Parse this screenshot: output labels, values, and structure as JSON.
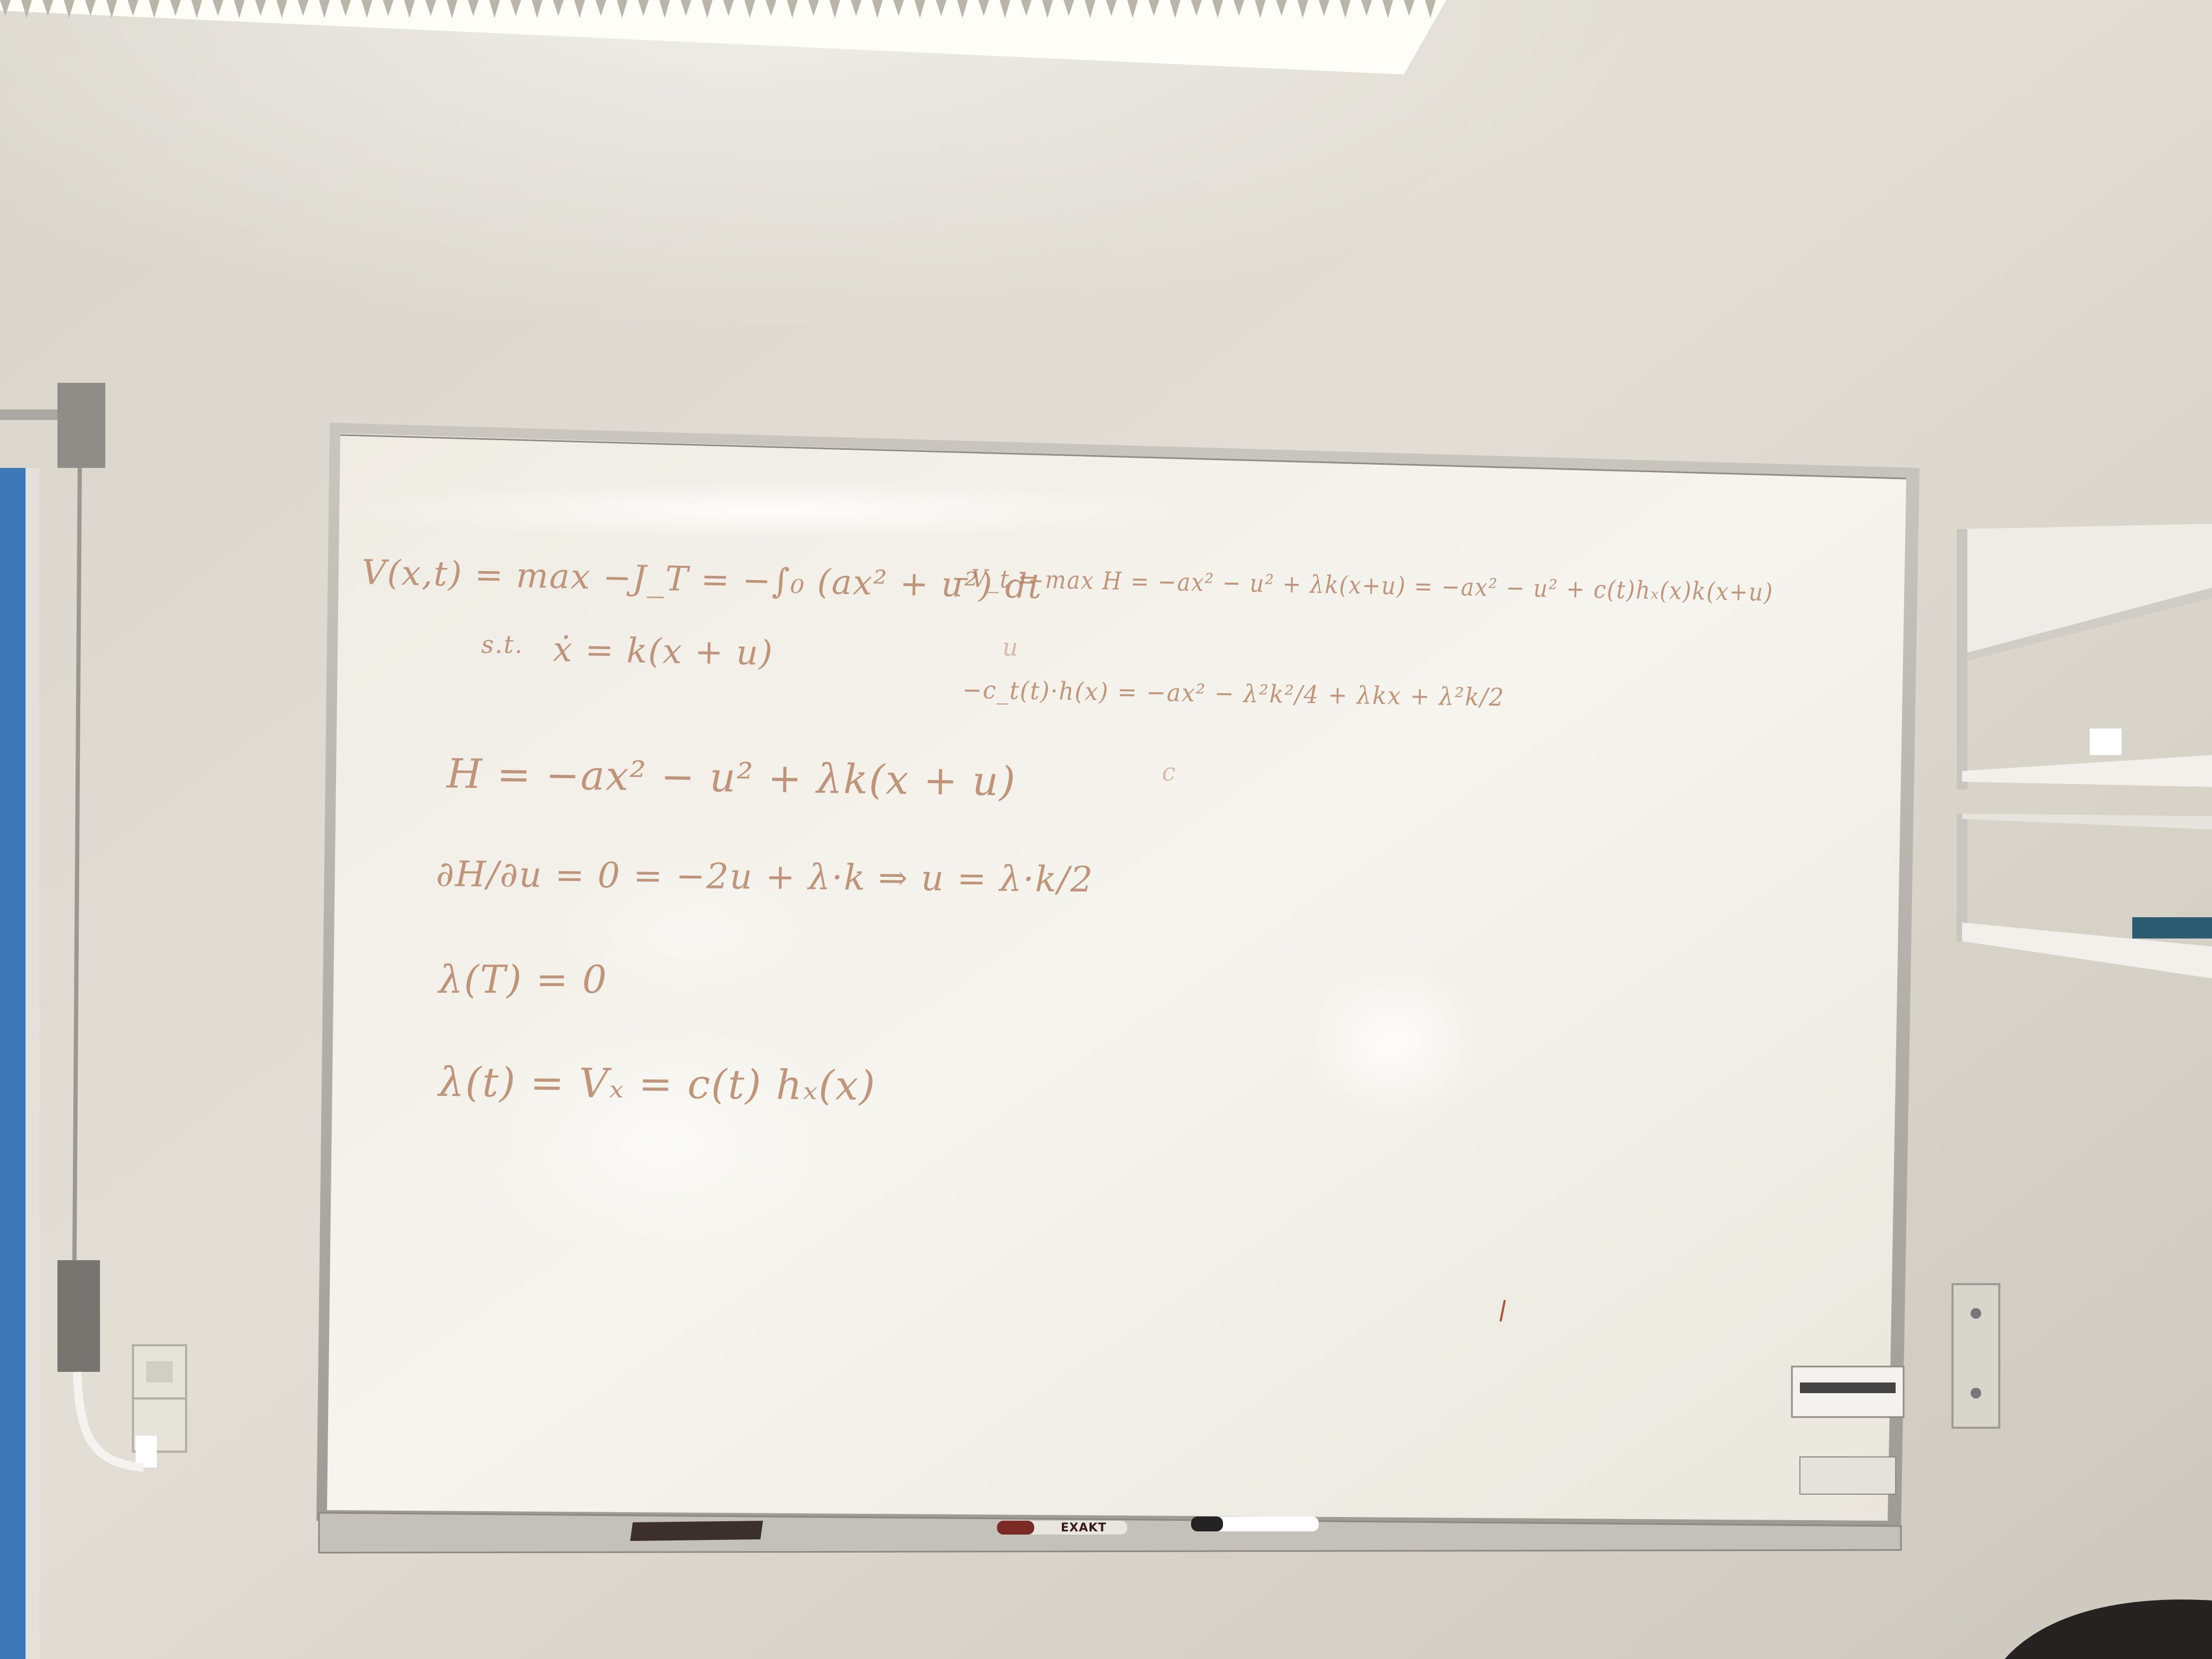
{
  "board": {
    "left_column": [
      {
        "id": "value_fn",
        "text": "V(x,t) = max −J_T = −∫₀ (ax² + u²) dt"
      },
      {
        "id": "s_t",
        "text": "s.t."
      },
      {
        "id": "dynamics",
        "text": "ẋ = k(x + u)"
      },
      {
        "id": "hamiltonian",
        "text": "H = −ax² − u² + λk(x + u)"
      },
      {
        "id": "foc",
        "text": "∂H/∂u = 0 = −2u + λ·k  ⇒  u = λ·k/2"
      },
      {
        "id": "terminal",
        "text": "λ(T) = 0"
      },
      {
        "id": "costate",
        "text": "λ(t) = Vₓ = c(t) hₓ(x)"
      }
    ],
    "right_column": [
      {
        "id": "hjb",
        "text": "−V_t = max H = −ax² − u² + λk(x+u) = −ax² − u² + c(t)hₓ(x)k(x+u)"
      },
      {
        "id": "u_mark",
        "text": "u"
      },
      {
        "id": "hjb_sub",
        "text": "−c_t(t)·h(x) = −ax² − λ²k²/4 + λkx + λ²k/2"
      },
      {
        "id": "stray",
        "text": "c"
      }
    ]
  },
  "tray": {
    "marker_label": "EXAKT"
  },
  "colors": {
    "wall": "#dcd8cf",
    "board": "#f3f1ea",
    "ink": "#b07c5c",
    "frame": "#b9b6ae"
  }
}
